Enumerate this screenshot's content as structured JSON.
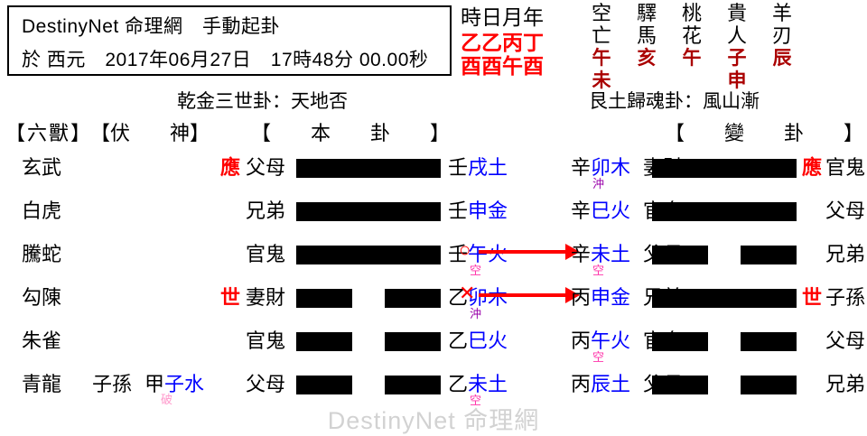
{
  "header": {
    "title": "DestinyNet 命理網　手動起卦",
    "datetime": "於 西元　2017年06月27日　17時48分 00.00秒"
  },
  "pillars": {
    "labels": "時日月年",
    "stems": "乙乙丙丁",
    "branches": "酉酉午酉"
  },
  "shensha": [
    {
      "name1": "空",
      "name2": "亡",
      "val1": "午",
      "val2": "未"
    },
    {
      "name1": "驛",
      "name2": "馬",
      "val1": "亥",
      "val2": ""
    },
    {
      "name1": "桃",
      "name2": "花",
      "val1": "午",
      "val2": ""
    },
    {
      "name1": "貴",
      "name2": "人",
      "val1": "子",
      "val2": "申"
    },
    {
      "name1": "羊",
      "name2": "刃",
      "val1": "辰",
      "val2": ""
    }
  ],
  "gua": {
    "left": "乾金三世卦：天地否",
    "right": "艮土歸魂卦：風山漸"
  },
  "headers": {
    "beasts": "【六獸】",
    "hidden": "【伏　　神】",
    "main": "【　　本　　卦　　】",
    "changed": "【　　變　　卦　　】"
  },
  "rows": [
    {
      "beast": "玄武",
      "hidden_relation": "",
      "hidden_stem": "",
      "hidden_branch": "",
      "hidden_mark": "",
      "hidden_mark_type": "",
      "main_mark": "應",
      "main_relation": "父母",
      "main_line": "yang",
      "main_stem": "壬",
      "main_branch": "戌土",
      "main_mark_sub": "",
      "main_mark_sub_type": "",
      "xform": "",
      "chg_stem": "辛",
      "chg_branch": "卯木",
      "chg_mark": "沖",
      "chg_mark_type": "chong",
      "chg_relation": "妻財",
      "chg_line": "yang",
      "chg_mark2": "應",
      "chg_relation2": "官鬼"
    },
    {
      "beast": "白虎",
      "hidden_relation": "",
      "hidden_stem": "",
      "hidden_branch": "",
      "hidden_mark": "",
      "hidden_mark_type": "",
      "main_mark": "",
      "main_relation": "兄弟",
      "main_line": "yang",
      "main_stem": "壬",
      "main_branch": "申金",
      "main_mark_sub": "",
      "main_mark_sub_type": "",
      "xform": "",
      "chg_stem": "辛",
      "chg_branch": "巳火",
      "chg_mark": "",
      "chg_mark_type": "",
      "chg_relation": "官鬼",
      "chg_line": "yang",
      "chg_mark2": "",
      "chg_relation2": "父母"
    },
    {
      "beast": "騰蛇",
      "hidden_relation": "",
      "hidden_stem": "",
      "hidden_branch": "",
      "hidden_mark": "",
      "hidden_mark_type": "",
      "main_mark": "",
      "main_relation": "官鬼",
      "main_line": "yang",
      "main_stem": "壬",
      "main_branch": "午火",
      "main_mark_sub": "空",
      "main_mark_sub_type": "kong",
      "xform": "○",
      "chg_stem": "辛",
      "chg_branch": "未土",
      "chg_mark": "空",
      "chg_mark_type": "kong",
      "chg_relation": "父母",
      "chg_line": "yin",
      "chg_mark2": "",
      "chg_relation2": "兄弟"
    },
    {
      "beast": "勾陳",
      "hidden_relation": "",
      "hidden_stem": "",
      "hidden_branch": "",
      "hidden_mark": "",
      "hidden_mark_type": "",
      "main_mark": "世",
      "main_relation": "妻財",
      "main_line": "yin",
      "main_stem": "乙",
      "main_branch": "卯木",
      "main_mark_sub": "沖",
      "main_mark_sub_type": "chong",
      "xform": "✕",
      "chg_stem": "丙",
      "chg_branch": "申金",
      "chg_mark": "",
      "chg_mark_type": "",
      "chg_relation": "兄弟",
      "chg_line": "yang",
      "chg_mark2": "世",
      "chg_relation2": "子孫"
    },
    {
      "beast": "朱雀",
      "hidden_relation": "",
      "hidden_stem": "",
      "hidden_branch": "",
      "hidden_mark": "",
      "hidden_mark_type": "",
      "main_mark": "",
      "main_relation": "官鬼",
      "main_line": "yin",
      "main_stem": "乙",
      "main_branch": "巳火",
      "main_mark_sub": "",
      "main_mark_sub_type": "",
      "xform": "",
      "chg_stem": "丙",
      "chg_branch": "午火",
      "chg_mark": "空",
      "chg_mark_type": "kong",
      "chg_relation": "官鬼",
      "chg_line": "yin",
      "chg_mark2": "",
      "chg_relation2": "父母"
    },
    {
      "beast": "青龍",
      "hidden_relation": "子孫",
      "hidden_stem": "甲",
      "hidden_branch": "子水",
      "hidden_mark": "破",
      "hidden_mark_type": "po",
      "main_mark": "",
      "main_relation": "父母",
      "main_line": "yin",
      "main_stem": "乙",
      "main_branch": "未土",
      "main_mark_sub": "空",
      "main_mark_sub_type": "kong",
      "xform": "",
      "chg_stem": "丙",
      "chg_branch": "辰土",
      "chg_mark": "",
      "chg_mark_type": "",
      "chg_relation": "父母",
      "chg_line": "yin",
      "chg_mark2": "",
      "chg_relation2": "兄弟"
    }
  ],
  "watermark": "DestinyNet 命理網",
  "colors": {
    "red": "#ff0000",
    "blue": "#0000ff",
    "dark_red": "#aa0000",
    "kong": "#ff33aa",
    "chong": "#9900aa",
    "po": "#ff99cc",
    "watermark": "#d2d2d2"
  }
}
